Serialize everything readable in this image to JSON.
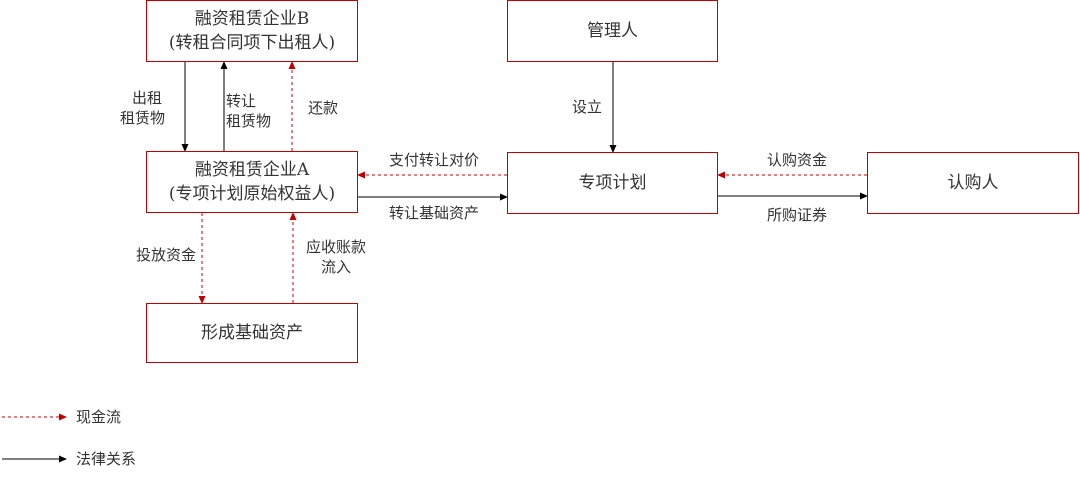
{
  "nodes": {
    "lessor_b": {
      "line1": "融资租赁企业B",
      "line2": "(转租合同项下出租人)"
    },
    "manager": {
      "line1": "管理人"
    },
    "lessor_a": {
      "line1": "融资租赁企业A",
      "line2": "(专项计划原始权益人)"
    },
    "plan": {
      "line1": "专项计划"
    },
    "subscriber": {
      "line1": "认购人"
    },
    "base_asset": {
      "line1": "形成基础资产"
    }
  },
  "edges": {
    "lease_out": {
      "line1": "出租",
      "line2": "租赁物"
    },
    "transfer_lease": {
      "line1": "转让",
      "line2": "租赁物"
    },
    "repay": {
      "line1": "还款"
    },
    "establish": {
      "line1": "设立"
    },
    "pay_price": {
      "line1": "支付转让对价"
    },
    "transfer_asset": {
      "line1": "转让基础资产"
    },
    "subscribe_funds": {
      "line1": "认购资金"
    },
    "securities": {
      "line1": "所购证券"
    },
    "invest": {
      "line1": "投放资金"
    },
    "receivables": {
      "line1": "应收账款",
      "line2": "流入"
    }
  },
  "legend": {
    "cash_flow": "现金流",
    "legal": "法律关系"
  },
  "colors": {
    "box_border": "#c00000",
    "cash_flow": "#c00000",
    "legal": "#000000",
    "text": "#333333"
  }
}
